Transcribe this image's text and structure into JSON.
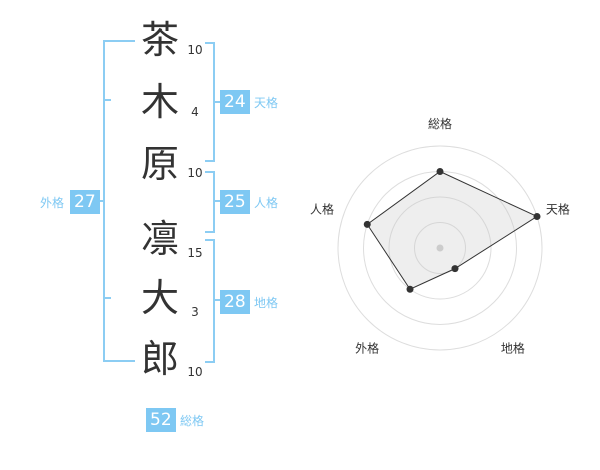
{
  "name": {
    "characters": [
      {
        "kanji": "茶",
        "strokes": "10"
      },
      {
        "kanji": "木",
        "strokes": "4"
      },
      {
        "kanji": "原",
        "strokes": "10"
      },
      {
        "kanji": "凛",
        "strokes": "15"
      },
      {
        "kanji": "大",
        "strokes": "3"
      },
      {
        "kanji": "郎",
        "strokes": "10"
      }
    ]
  },
  "fortunes": {
    "tenkaku": {
      "value": "24",
      "label": "天格"
    },
    "jinkaku": {
      "value": "25",
      "label": "人格"
    },
    "chikaku": {
      "value": "28",
      "label": "地格"
    },
    "gaikaku": {
      "value": "27",
      "label": "外格"
    },
    "soukaku": {
      "value": "52",
      "label": "総格"
    }
  },
  "radar": {
    "axes": [
      "総格",
      "天格",
      "地格",
      "外格",
      "人格"
    ],
    "levels": 4,
    "max": 4,
    "values": [
      3,
      4,
      1,
      2,
      3
    ],
    "colors": {
      "fill": "#f0f0f0",
      "ring": "#dddddd",
      "polygon": "#333333",
      "point": "#333333",
      "center": "#cccccc"
    }
  },
  "colors": {
    "accent": "#7ec8f3",
    "bracket": "#8ccdf3"
  }
}
